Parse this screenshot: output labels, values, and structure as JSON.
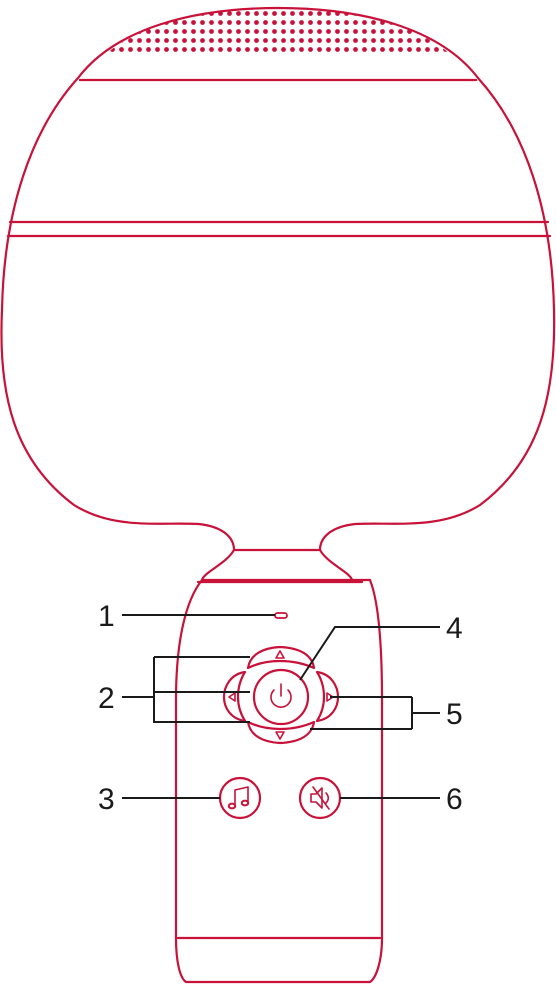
{
  "colors": {
    "outline": "#c8123a",
    "leader": "#1a1a1a",
    "background": "#ffffff"
  },
  "callouts": [
    {
      "label": "1",
      "part": "indicator-light"
    },
    {
      "label": "2",
      "part": "volume-arrow-buttons"
    },
    {
      "label": "3",
      "part": "music-button"
    },
    {
      "label": "4",
      "part": "power-button"
    },
    {
      "label": "5",
      "part": "track-arrow-buttons"
    },
    {
      "label": "6",
      "part": "mute-button"
    }
  ],
  "icons": {
    "power": "power-icon",
    "music": "music-note-icon",
    "mute": "speaker-mute-icon",
    "arrows": [
      "arrow-up-icon",
      "arrow-down-icon",
      "arrow-left-icon",
      "arrow-right-icon"
    ]
  }
}
